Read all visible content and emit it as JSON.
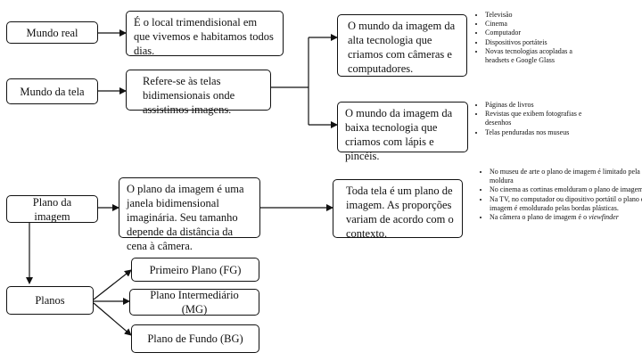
{
  "nodes": {
    "mundo_real": "Mundo real",
    "mundo_real_def": "É o local trimendisional em que vivemos e habitamos todos dias.",
    "mundo_tela": "Mundo da tela",
    "mundo_tela_def": "Refere-se às telas bidimensionais onde assistimos imagens.",
    "alta_tec": "O mundo da imagem da alta tecnologia que criamos com câmeras e computadores.",
    "baixa_tec": "O mundo da imagem da baixa tecnologia que criamos com lápis e pincéis.",
    "plano_imagem": "Plano da imagem",
    "plano_imagem_def": "O plano da imagem é uma janela bidimensional imaginária. Seu tamanho depende da distância da cena à câmera.",
    "toda_tela": "Toda tela é um plano de imagem. As proporções variam de acordo com o contexto.",
    "planos": "Planos",
    "primeiro_plano": "Primeiro Plano (FG)",
    "plano_intermediario": "Plano Intermediário (MG)",
    "plano_fundo": "Plano de Fundo (BG)"
  },
  "lists": {
    "alta_tec": [
      "Televisão",
      "Cinema",
      "Computador",
      "Dispositivos portáteis",
      "Novas tecnologias acopladas a headsets e Google Glass"
    ],
    "baixa_tec": [
      "Páginas de livros",
      "Revistas que exibem fotografias e desenhos",
      "Telas penduradas nos museus"
    ],
    "toda_tela": [
      "No museu de arte o plano de imagem é limitado pela moldura",
      "No cinema as cortinas emolduram o plano de imagem",
      "Na TV, no computador ou dipositivo portátil o plano de imagem é emoldurado pelas bordas plásticas."
    ],
    "toda_tela_last_prefix": "Na câmera o plano de imagem é o ",
    "toda_tela_last_italic": "viewfinder"
  }
}
